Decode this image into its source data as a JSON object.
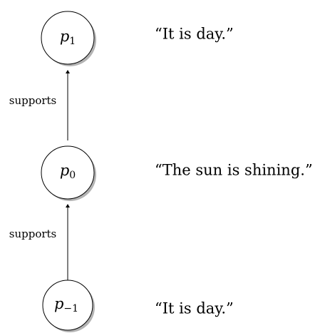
{
  "nodes": [
    {
      "base": "p",
      "sub": "1",
      "quote": "“It is day.”"
    },
    {
      "base": "p",
      "sub": "0",
      "quote": "“The sun is shining.”"
    },
    {
      "base": "p",
      "sub": "−1",
      "quote": "“It is day.”"
    }
  ],
  "edges": [
    {
      "label": "supports"
    },
    {
      "label": "supports"
    }
  ],
  "colors": {
    "stroke": "#000000",
    "fill": "#ffffff",
    "shadow": "#b3b3b3"
  }
}
